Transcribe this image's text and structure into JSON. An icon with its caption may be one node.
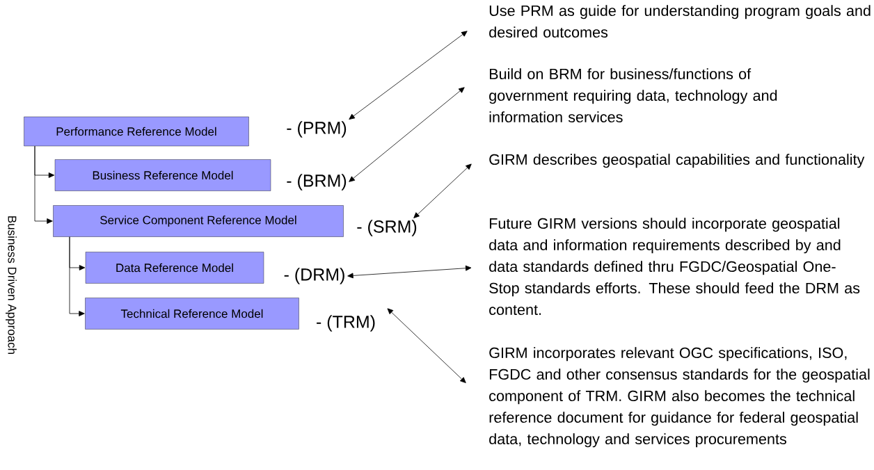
{
  "diagram": {
    "nodes": [
      {
        "text": [
          "Performance Reference Model"
        ]
      },
      {
        "text": [
          "Business Reference Model"
        ]
      },
      {
        "text": [
          "Service Component Reference Model"
        ]
      },
      {
        "text": [
          "Data Reference Model"
        ]
      },
      {
        "text": [
          "Technical Reference Model"
        ]
      },
      {
        "text": [
          "- (PRM)"
        ]
      },
      {
        "text": [
          "- (BRM)"
        ]
      },
      {
        "text": [
          "- (SRM)"
        ]
      },
      {
        "text": [
          "- (DRM)"
        ]
      },
      {
        "text": [
          "- (TRM)"
        ]
      },
      {
        "text": [
          "Use PRM as guide for understanding program goals and desired outcomes"
        ]
      },
      {
        "text": [
          "Build on BRM for business/functions of government requiring data, technology and information services"
        ]
      },
      {
        "text": [
          "GIRM describes geospatial capabilities and functionality"
        ]
      },
      {
        "text": [
          "Future GIRM versions should incorporate geospatial data and information requirements described by and data standards defined thru FGDC/Geospatial One-Stop standards efforts. These should feed the DRM as content."
        ]
      },
      {
        "text": [
          "GIRM incorporates relevant OGC specifications, ISO, FGDC and other consensus standards for the geospatial component of TRM. GIRM also becomes the technical reference document for guidance for federal geospatial data, technology and services procurements"
        ]
      }
    ],
    "edges": [
      {
        "from": 0,
        "to": 1,
        "arrow": "to"
      },
      {
        "from": 0,
        "to": 2,
        "arrow": "to"
      },
      {
        "from": 2,
        "to": 3,
        "arrow": "to"
      },
      {
        "from": 2,
        "to": 4,
        "arrow": "to"
      },
      {
        "from": 5,
        "to": 10,
        "arrow": "both"
      },
      {
        "from": 6,
        "to": 11,
        "arrow": "both"
      },
      {
        "from": 7,
        "to": 12,
        "arrow": "both"
      },
      {
        "from": 8,
        "to": 13,
        "arrow": "both"
      },
      {
        "from": 9,
        "to": 14,
        "arrow": "both"
      }
    ],
    "labels": [
      "Business Driven Approach"
    ]
  }
}
